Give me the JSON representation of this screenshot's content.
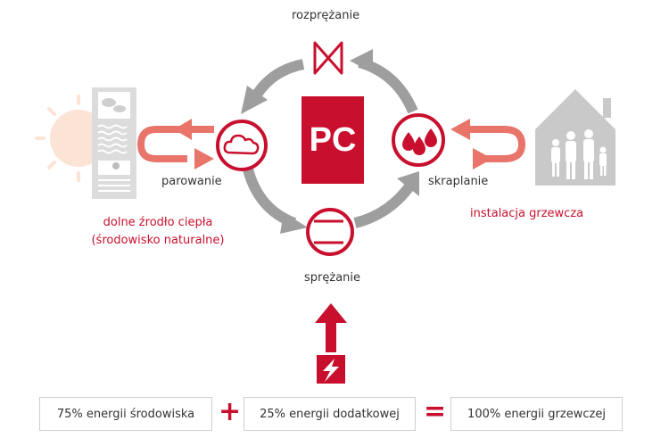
{
  "labels": {
    "expansion": "rozprężanie",
    "evaporation": "parowanie",
    "condensation": "skraplanie",
    "compression": "sprężanie",
    "lower_source_line1": "dolne źrodło ciepła",
    "lower_source_line2": "(środowisko naturalne)",
    "heating_installation": "instalacja grzewcza",
    "center_badge": "PC"
  },
  "equation": {
    "term1": "75% energii środowiska",
    "plus": "+",
    "term2": "25% energii dodatkowej",
    "equals": "=",
    "result": "100% energii grzewczej"
  },
  "colors": {
    "accent_red": "#c8102e",
    "arrow_light_red": "#e8746a",
    "cycle_gray": "#9e9e9e",
    "house_gray": "#bdbdbd"
  },
  "icons": [
    "sun-icon",
    "nature-column-icon",
    "cloud-icon",
    "drops-icon",
    "expansion-valve-icon",
    "compressor-icon",
    "lightning-icon",
    "house-family-icon"
  ]
}
